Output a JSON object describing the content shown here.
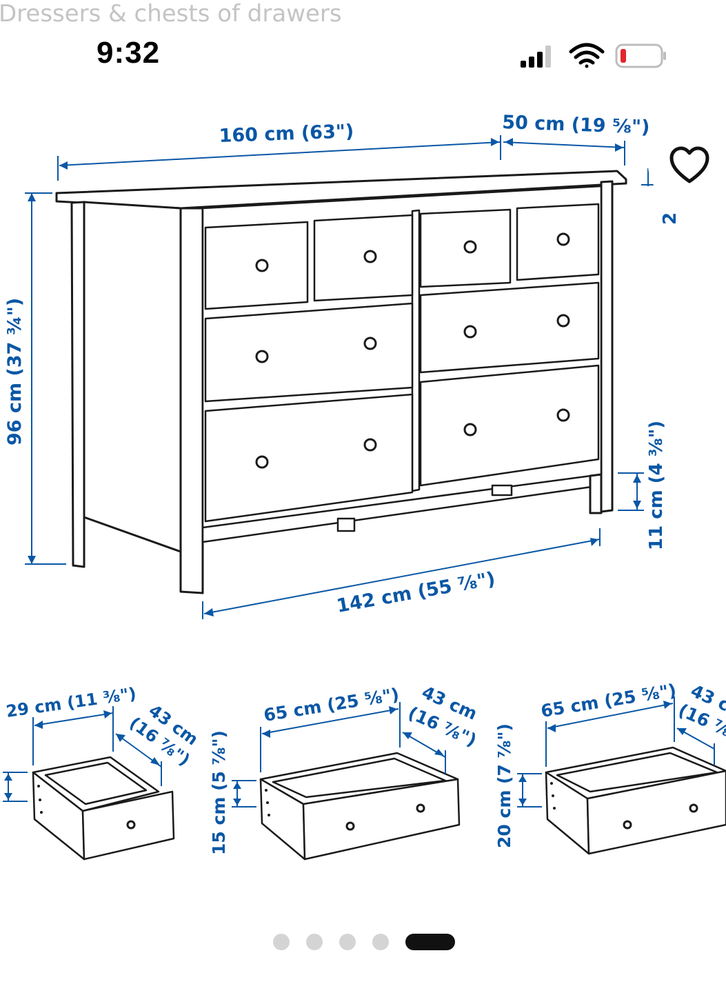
{
  "header": {
    "title": "Dressers & chests of drawers"
  },
  "status_bar": {
    "time": "9:32",
    "icons": [
      "signal-icon",
      "wifi-icon",
      "battery-low-icon"
    ],
    "battery_color": "#e3262b"
  },
  "favorite": {
    "icon": "heart-outline-icon"
  },
  "dimensions": {
    "width_label": "160 cm (63\")",
    "depth_label": "50 cm (19 ⅝\")",
    "height_label": "96 cm (37 ¾\")",
    "leg_width_label": "142 cm (55 ⅞\")",
    "clearance_label": "11 cm (4 ⅜\")",
    "cut_label": "2"
  },
  "drawers": [
    {
      "width_label": "29 cm (11 ⅜\")",
      "depth_label_cm": "43 cm",
      "depth_label_in": "(16 ⅞\")",
      "height_label": ""
    },
    {
      "width_label": "65 cm (25 ⅝\")",
      "depth_label_cm": "43 cm",
      "depth_label_in": "(16 ⅞\")",
      "height_label": "15 cm (5 ⅞\")"
    },
    {
      "width_label": "65 cm (25 ⅝\")",
      "depth_label_cm": "43 c",
      "depth_label_in": "(16 ⅞",
      "height_label": "20 cm (7 ⅞\")"
    }
  ],
  "carousel": {
    "total": 5,
    "active_index": 4
  },
  "colors": {
    "dimension_blue": "#0a57a5",
    "line_art": "#1a1a1a",
    "dot_inactive": "#d4d4d4",
    "dot_active": "#111111"
  }
}
